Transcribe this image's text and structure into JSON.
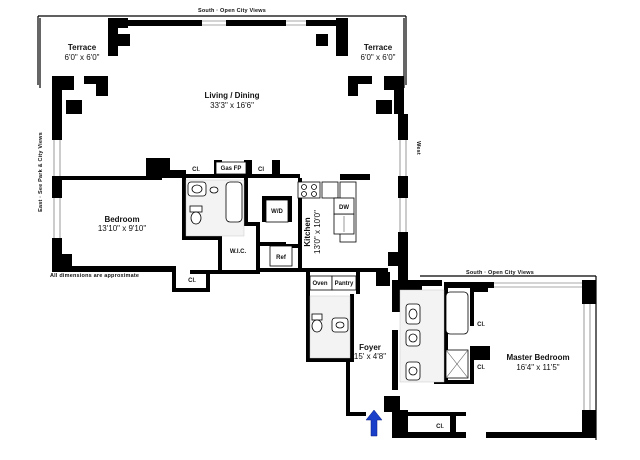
{
  "views": {
    "south_main": "South · Open City Views",
    "south_master": "South · Open City Views",
    "east": "East · See Park & City Views",
    "west": "West"
  },
  "rooms": {
    "terrace_left": {
      "name": "Terrace",
      "dims": "6'0\" x 6'0\""
    },
    "terrace_right": {
      "name": "Terrace",
      "dims": "6'0\" x 6'0\""
    },
    "living": {
      "name": "Living / Dining",
      "dims": "33'3\" x 16'6\""
    },
    "bedroom": {
      "name": "Bedroom",
      "dims": "13'10\" x 9'10\""
    },
    "kitchen": {
      "name": "Kitchen",
      "dims": "13'0\" x 10'0\""
    },
    "foyer": {
      "name": "Foyer",
      "dims": "15' x 4'8\""
    },
    "master": {
      "name": "Master Bedroom",
      "dims": "16'4\" x 11'5\""
    }
  },
  "labels": {
    "cl_top1": "Cl.",
    "gas_fp": "Gas FP",
    "cl_top2": "Cl",
    "wd": "W/D",
    "dw": "DW",
    "wic": "W.I.C.",
    "ref": "Ref",
    "oven": "Oven",
    "pantry": "Pantry",
    "cl_bedroom": "Cl.",
    "cl_master1": "Cl.",
    "cl_master2": "Cl.",
    "cl_bottom": "Cl."
  },
  "note": "All dimensions are approximate"
}
